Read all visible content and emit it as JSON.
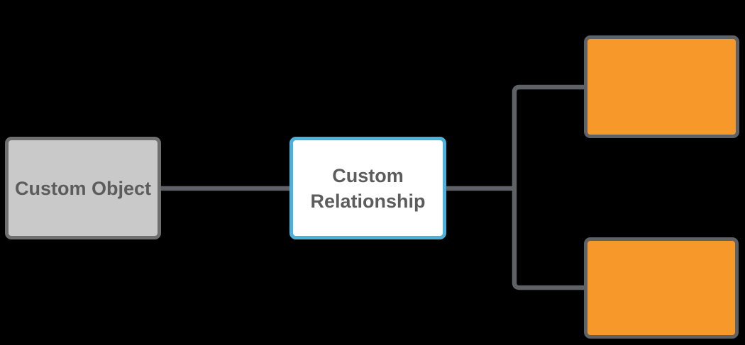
{
  "diagram": {
    "background_color": "#000000",
    "connector_color": "#5E6266",
    "nodes": [
      {
        "id": "custom-object",
        "label": "Custom Object",
        "fill_color": "#C9C9C9",
        "border_color": "#6F6F6F",
        "text_color": "#5C5C5C"
      },
      {
        "id": "custom-relationship",
        "label": "Custom Relationship",
        "fill_color": "#FFFFFF",
        "border_color": "#4DB1DE",
        "text_color": "#5C5C5C"
      },
      {
        "id": "related-object-top",
        "label": "",
        "fill_color": "#F7982A",
        "border_color": "#5E6266"
      },
      {
        "id": "related-object-bottom",
        "label": "",
        "fill_color": "#F7982A",
        "border_color": "#5E6266"
      }
    ],
    "edges": [
      {
        "from": "custom-object",
        "to": "custom-relationship"
      },
      {
        "from": "custom-relationship",
        "to": "related-object-top"
      },
      {
        "from": "custom-relationship",
        "to": "related-object-bottom"
      }
    ]
  }
}
